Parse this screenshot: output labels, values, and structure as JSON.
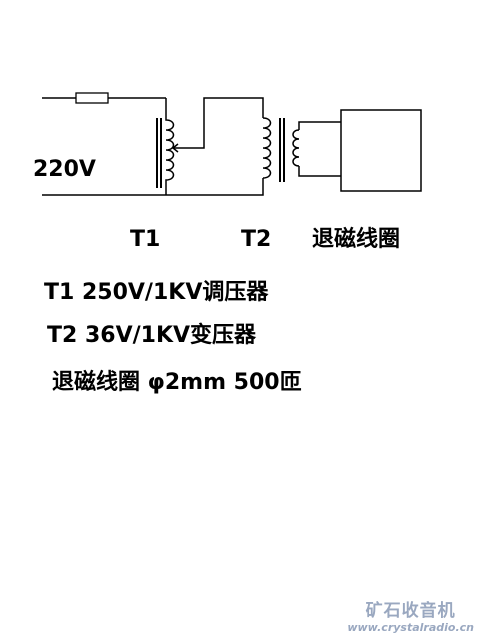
{
  "diagram": {
    "input_voltage": "220V",
    "t1_label": "T1",
    "t2_label": "T2",
    "coil_label": "退磁线圈",
    "notes": [
      "T1 250V/1KV调压器",
      "T2 36V/1KV变压器",
      "退磁线圈 φ2mm 500匝"
    ]
  },
  "watermark": {
    "title": "矿石收音机",
    "url": "www.crystalradio.cn"
  },
  "colors": {
    "line": "#000000",
    "watermark": "#9aa8c0"
  }
}
